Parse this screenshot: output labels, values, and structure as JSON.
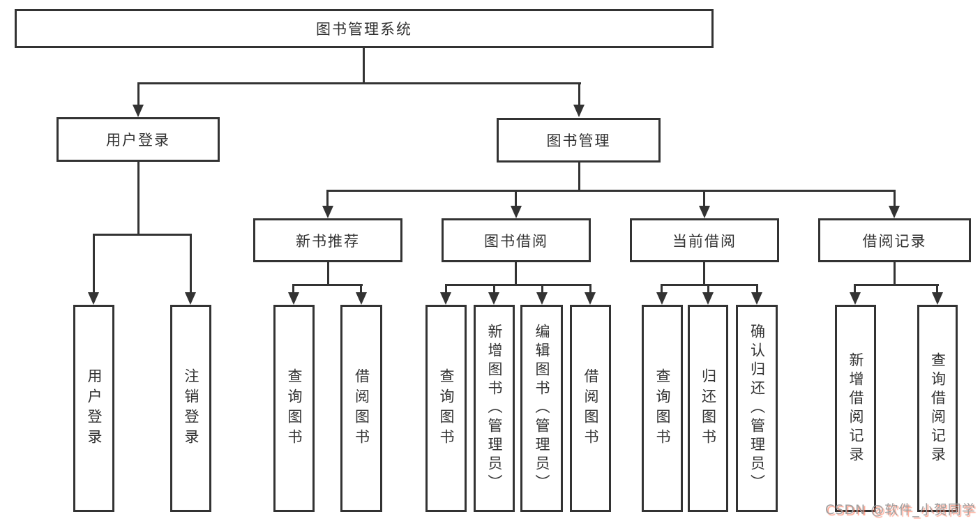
{
  "diagram": {
    "title": "图书管理系统",
    "root": {
      "label": "图书管理系统"
    },
    "level2": [
      {
        "label": "用户登录"
      },
      {
        "label": "图书管理"
      }
    ],
    "level3": [
      {
        "label": "新书推荐"
      },
      {
        "label": "图书借阅"
      },
      {
        "label": "当前借阅"
      },
      {
        "label": "借阅记录"
      }
    ],
    "leaves": {
      "user_login": [
        "用户登录",
        "注销登录"
      ],
      "new_book": [
        "查询图书",
        "借阅图书"
      ],
      "book_borrow": [
        "查询图书",
        "新增图书（管理员）",
        "编辑图书（管理员）",
        "借阅图书"
      ],
      "current_borrow": [
        "查询图书",
        "归还图书",
        "确认归还（管理员）"
      ],
      "borrow_record": [
        "新增借阅记录",
        "查询借阅记录"
      ]
    }
  },
  "watermark": {
    "text": "CSDN @软件_小贺同学"
  },
  "colors": {
    "line": "#333333",
    "text": "#333333",
    "background": "#ffffff",
    "watermark_text": "#a0a0a0",
    "watermark_shadow": "#fc5531"
  }
}
